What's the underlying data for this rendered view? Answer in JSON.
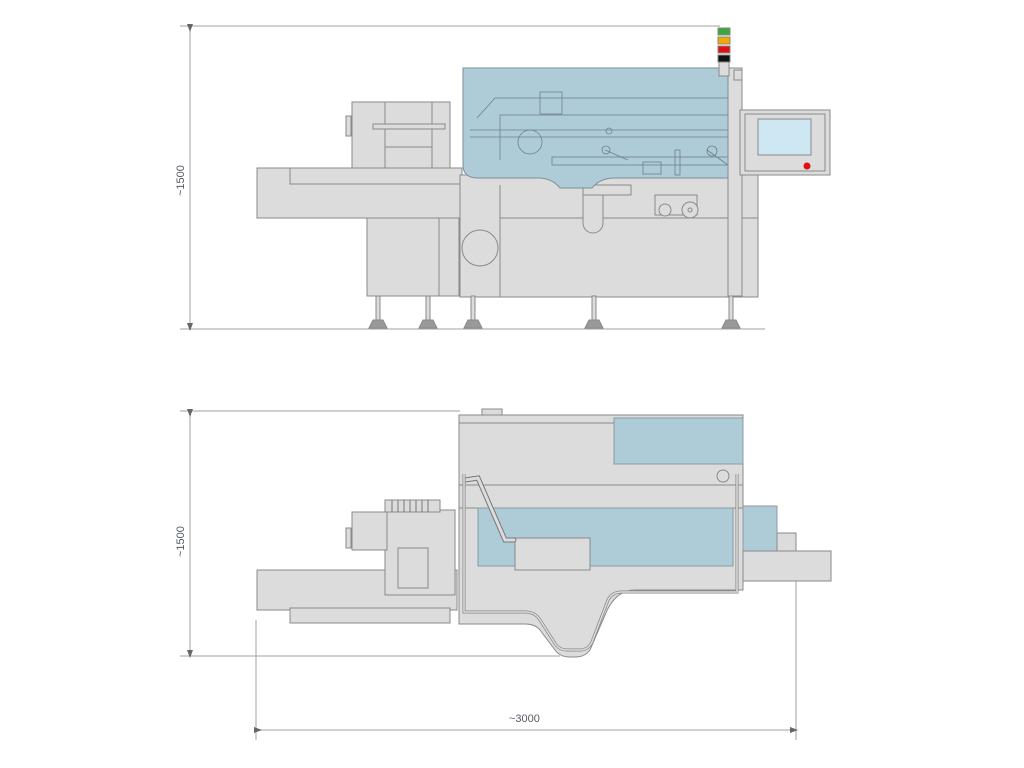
{
  "diagram": {
    "type": "technical-drawing",
    "subject": "packaging machine",
    "views": [
      {
        "name": "side-view",
        "height_label": "~1500"
      },
      {
        "name": "top-view",
        "height_label": "~1500",
        "width_label": "~3000"
      }
    ]
  },
  "dimensions": {
    "side_height": "~1500",
    "top_depth": "~1500",
    "overall_length": "~3000"
  },
  "signal_tower": {
    "lights": [
      {
        "color_name": "green",
        "hex": "#3aa83a"
      },
      {
        "color_name": "orange",
        "hex": "#f2a900"
      },
      {
        "color_name": "red",
        "hex": "#e01010"
      },
      {
        "color_name": "black",
        "hex": "#111111"
      }
    ]
  },
  "colors": {
    "body": "#dcdcdc",
    "outline": "#8a8a8a",
    "guard_blue": "#aecbd8",
    "screen_blue": "#cfe6f3",
    "estop_red": "#e01010",
    "dim_line": "#9a9a9a"
  }
}
